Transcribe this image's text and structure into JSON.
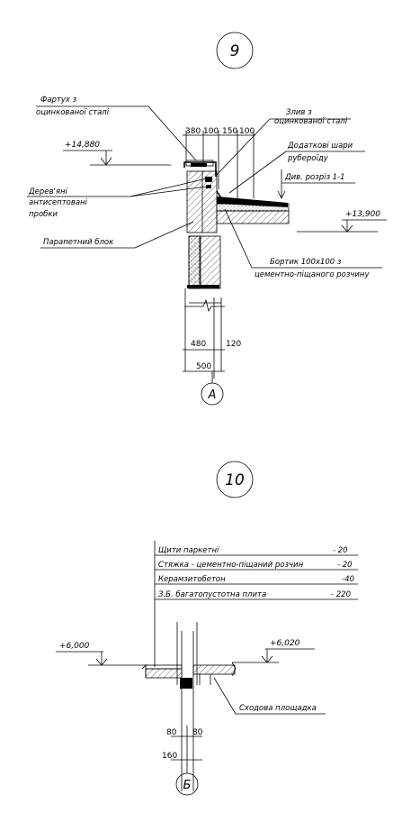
{
  "detail9": {
    "number": "9",
    "axis_mark": "А",
    "labels": {
      "apron": [
        "Фартух з",
        "оцинкованої сталі"
      ],
      "drain": [
        "Злив з",
        "оцинкованої сталі"
      ],
      "extra_layers": [
        "Додаткові шари",
        "рубероїду"
      ],
      "see_section": "Див. розріз 1-1",
      "wood_plugs": [
        "Дерев'яні",
        "антисептовані",
        "пробки"
      ],
      "parapet_block": "Парапетний блок",
      "curb": [
        "Бортик 100х100 з",
        "цементно-піщаного розчину"
      ]
    },
    "levels": {
      "top": "+14,880",
      "right": "+13,900"
    },
    "dims_top": [
      "380",
      "100",
      "150",
      "100"
    ],
    "dims_bottom": [
      "480",
      "120",
      "500"
    ]
  },
  "detail10": {
    "number": "10",
    "axis_mark": "Б",
    "layers": [
      {
        "name": "Щити паркетні",
        "value": "- 20"
      },
      {
        "name": "Стяжка - цементно-піщаний розчин",
        "value": "- 20"
      },
      {
        "name": "Керамзитобетон",
        "value": "-40"
      },
      {
        "name": "З.Б. багатопустотна плита",
        "value": "- 220"
      }
    ],
    "levels": {
      "left": "+6,000",
      "right": "+6,020"
    },
    "landing": "Сходова площадка",
    "dims": [
      "80",
      "80",
      "160"
    ]
  }
}
